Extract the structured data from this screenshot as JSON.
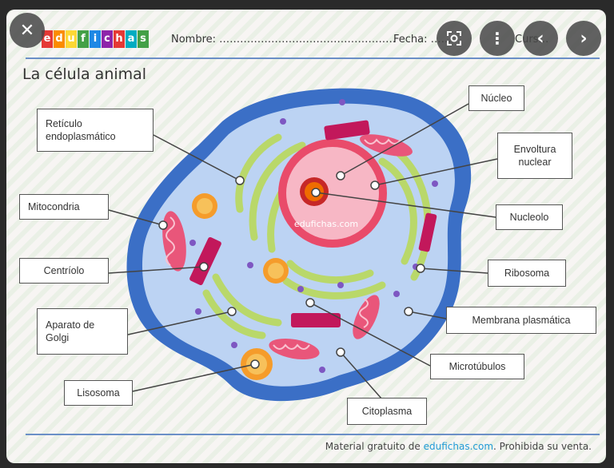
{
  "header": {
    "logo_letters": [
      "e",
      "d",
      "u",
      "f",
      "i",
      "c",
      "h",
      "a",
      "s"
    ],
    "logo_colors": [
      "#e53935",
      "#fb8c00",
      "#fdd835",
      "#43a047",
      "#1e88e5",
      "#8e24aa",
      "#e53935",
      "#00acc1",
      "#43a047"
    ],
    "nombre_label": "Nombre: ……………………………………………",
    "fecha_label": "Fecha: ……",
    "curso_label": "Curs…"
  },
  "title": "La célula animal",
  "labels": {
    "reticulo": "Retículo\nendoplasmático",
    "mitocondria": "Mitocondria",
    "centriolo": "Centríolo",
    "golgi": "Aparato de\nGolgi",
    "lisosoma": "Lisosoma",
    "nucleo": "Núcleo",
    "envoltura": "Envoltura\nnuclear",
    "nucleolo": "Nucleolo",
    "ribosoma": "Ribosoma",
    "membrana": "Membrana plasmática",
    "microtubulos": "Microtúbulos",
    "citoplasma": "Citoplasma"
  },
  "watermark": "edufichas.com",
  "footer": {
    "prefix": "Material gratuito de ",
    "brand": "edufichas.com",
    "suffix": ". Prohibida su venta."
  },
  "controls": {
    "close_icon": "close-icon",
    "lens_icon": "lens-icon",
    "more_icon": "more-vert-icon",
    "prev_icon": "chevron-left-icon",
    "next_icon": "chevron-right-icon"
  },
  "colors": {
    "membrane": "#3b6fc6",
    "cytoplasm": "#bcd3f3",
    "nucleus_ring": "#e94b6a",
    "nucleus_fill": "#f7b7c5",
    "er_green": "#b9d86a",
    "mitochondria": "#e9567a"
  }
}
